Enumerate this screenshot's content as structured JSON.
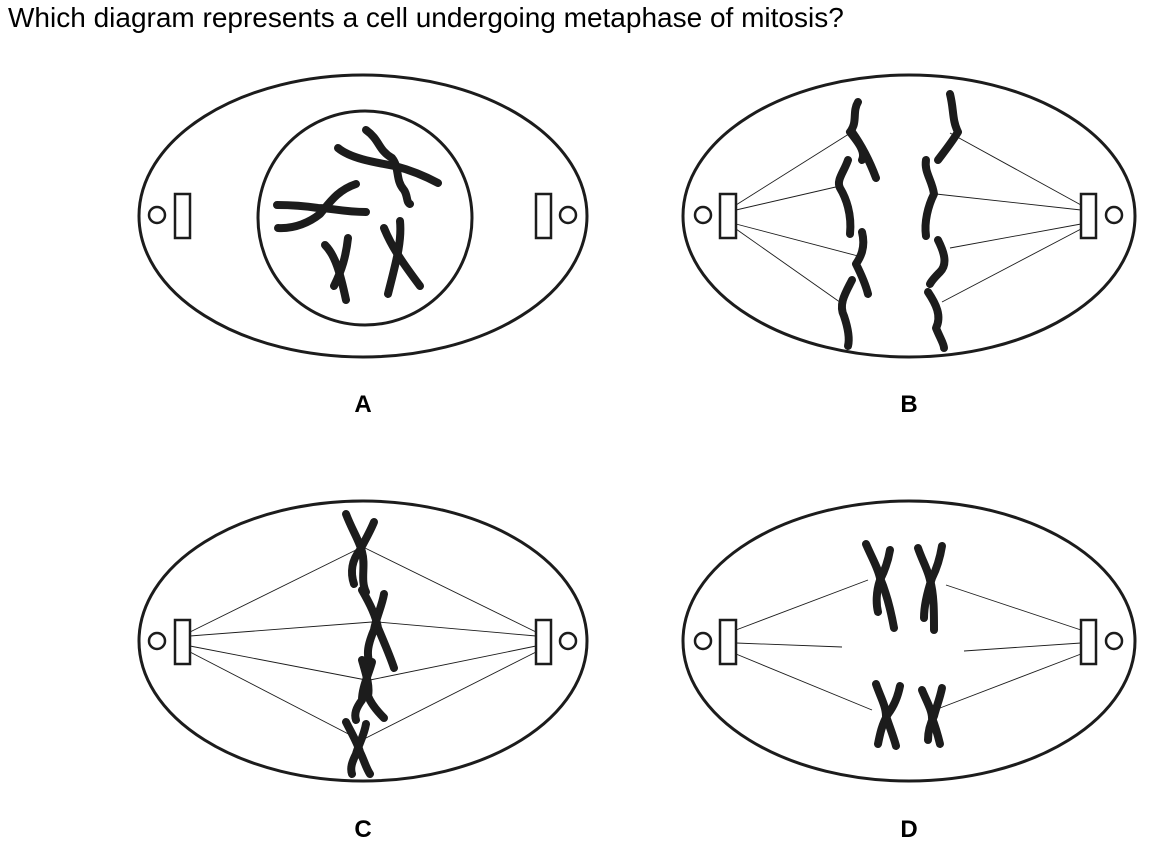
{
  "question": "Which diagram represents a cell undergoing metaphase of mitosis?",
  "cells": [
    {
      "label": "A"
    },
    {
      "label": "B"
    },
    {
      "label": "C"
    },
    {
      "label": "D"
    }
  ],
  "colors": {
    "ink": "#1c1c1c",
    "background": "#ffffff"
  }
}
